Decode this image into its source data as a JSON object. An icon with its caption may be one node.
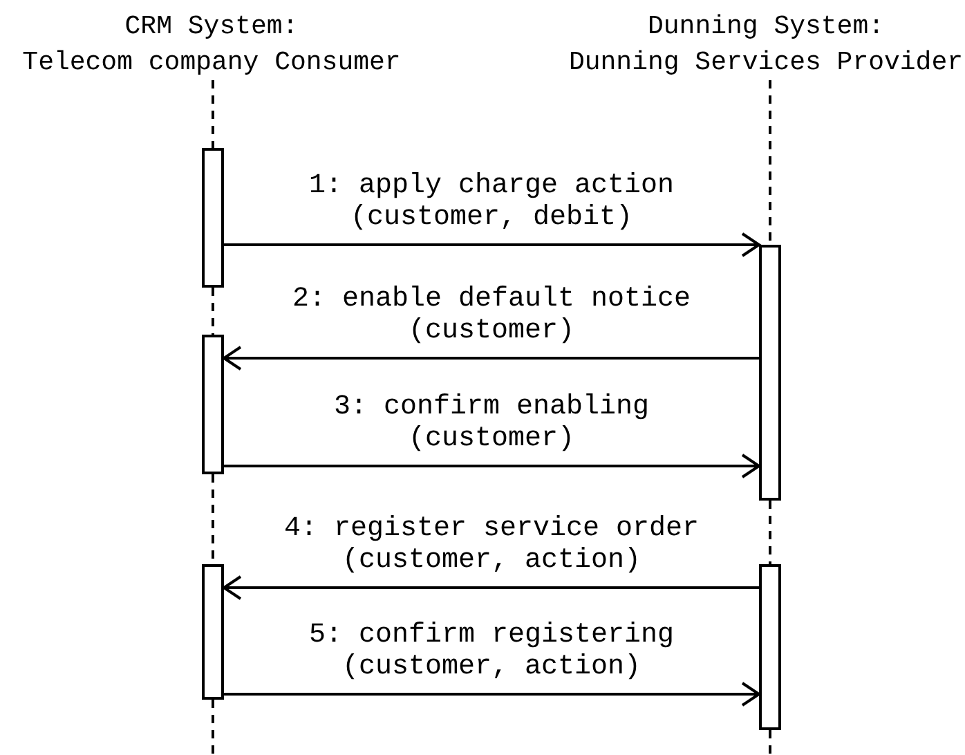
{
  "diagram": {
    "nodes": [
      {
        "text": [
          "CRM System:",
          "Telecom company Consumer"
        ]
      },
      {
        "text": [
          "Dunning System:",
          "Dunning Services Provider"
        ]
      },
      {
        "text": [],
        "shape": "bar"
      },
      {
        "text": [],
        "shape": "bar"
      },
      {
        "text": [],
        "shape": "bar"
      },
      {
        "text": [],
        "shape": "bar"
      },
      {
        "text": [],
        "shape": "bar"
      }
    ],
    "edges": [
      {
        "from": 2,
        "to": 3,
        "arrow": "to",
        "label": "1: apply charge action (customer, debit)"
      },
      {
        "from": 3,
        "to": 4,
        "arrow": "to",
        "label": "2: enable default notice (customer)"
      },
      {
        "from": 4,
        "to": 3,
        "arrow": "to",
        "label": "3: confirm enabling (customer)"
      },
      {
        "from": 6,
        "to": 5,
        "arrow": "to",
        "label": "4: register service order (customer, action)"
      },
      {
        "from": 5,
        "to": 6,
        "arrow": "to",
        "label": "5: confirm registering (customer, action)"
      },
      {
        "from": 0,
        "to": 2,
        "arrow": "none",
        "style": "dashed"
      },
      {
        "from": 2,
        "to": 4,
        "arrow": "none",
        "style": "dashed"
      },
      {
        "from": 4,
        "to": 5,
        "arrow": "none",
        "style": "dashed"
      },
      {
        "from": 5,
        "to": null,
        "arrow": "none",
        "style": "dashed"
      },
      {
        "from": 1,
        "to": 3,
        "arrow": "none",
        "style": "dashed"
      },
      {
        "from": 3,
        "to": 6,
        "arrow": "none",
        "style": "dashed"
      },
      {
        "from": 6,
        "to": null,
        "arrow": "none",
        "style": "dashed"
      }
    ]
  }
}
